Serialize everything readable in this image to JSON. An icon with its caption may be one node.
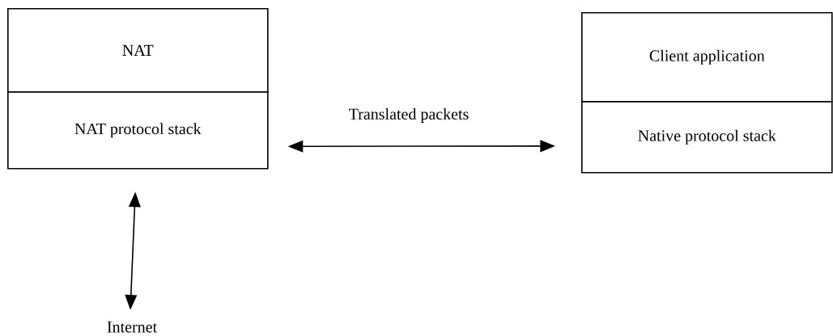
{
  "diagram": {
    "nodes": [
      {
        "text": [
          "NAT"
        ]
      },
      {
        "text": [
          "NAT protocol stack"
        ]
      },
      {
        "text": [
          "Client application"
        ]
      },
      {
        "text": [
          "Native protocol stack"
        ]
      },
      {
        "text": [
          "Internet"
        ]
      }
    ],
    "edges": [
      {
        "from": 1,
        "to": 3,
        "arrow": "both",
        "label": "Translated packets"
      },
      {
        "from": 1,
        "to": 4,
        "arrow": "both"
      }
    ]
  }
}
